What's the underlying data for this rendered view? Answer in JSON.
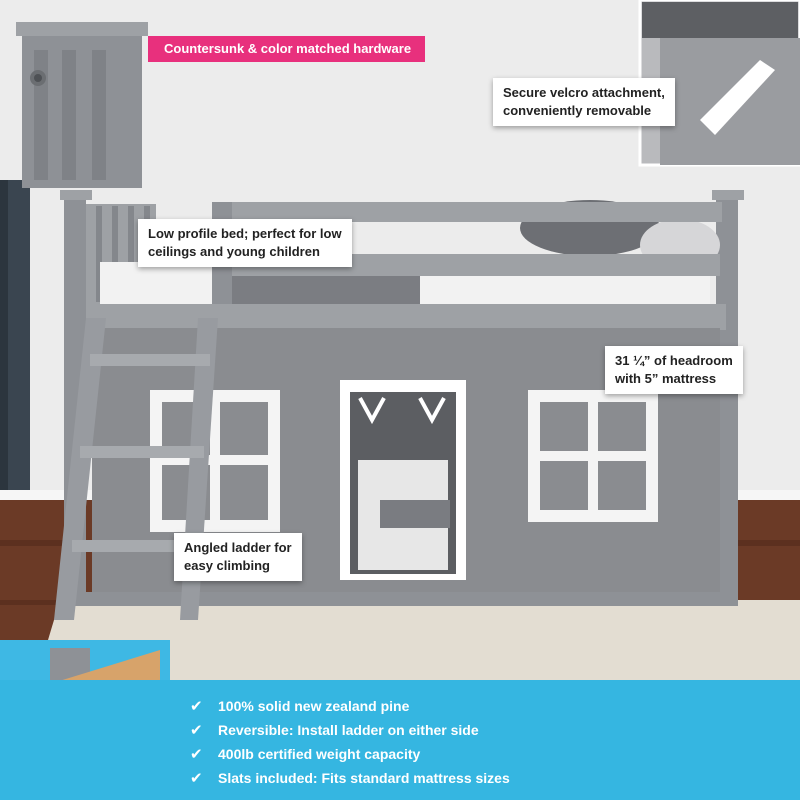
{
  "callouts": {
    "hardware": "Countersunk & color matched hardware",
    "velcro_line1": "Secure velcro attachment,",
    "velcro_line2": "conveniently removable",
    "low_profile_line1": "Low profile bed; perfect for low",
    "low_profile_line2": "ceilings and young children",
    "headroom_line1": "31 ¼” of headroom",
    "headroom_line2": "with 5” mattress",
    "ladder_line1": "Angled ladder for",
    "ladder_line2": "easy climbing"
  },
  "features": [
    {
      "icon": "checkmark-icon",
      "text": "100% solid new zealand pine"
    },
    {
      "icon": "checkmark-icon",
      "text": "Reversible: Install ladder on either side"
    },
    {
      "icon": "checkmark-icon",
      "text": "400lb certified weight capacity"
    },
    {
      "icon": "checkmark-icon",
      "text": "Slats included: Fits standard mattress sizes"
    }
  ],
  "colors": {
    "accent_pink": "#e8307d",
    "banner_blue": "#35b6e1",
    "bed_gray": "#8e9196",
    "tent_gray": "#8a8c90",
    "floor_brown": "#6b3a26"
  }
}
